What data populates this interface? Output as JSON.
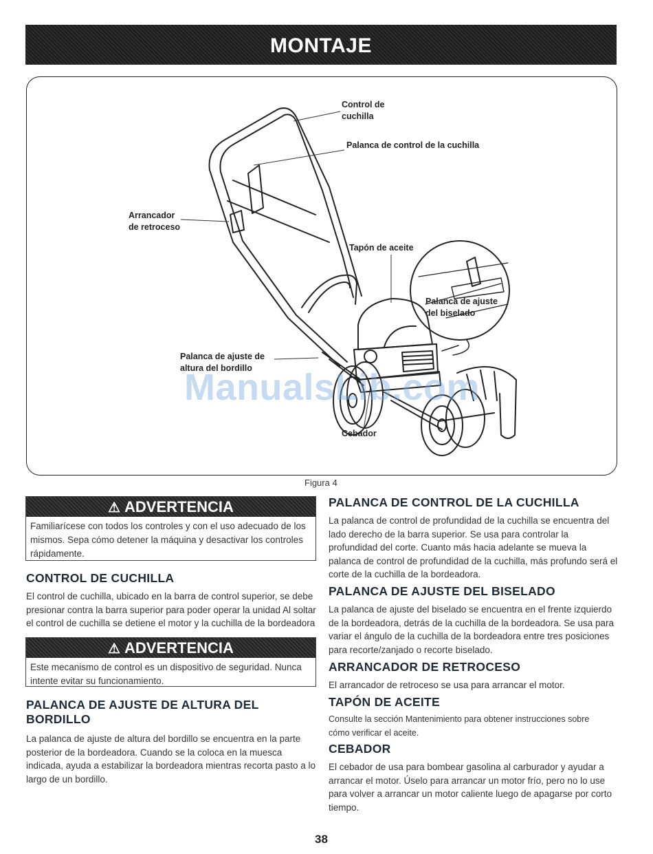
{
  "banner": {
    "title": "MONTAJE"
  },
  "figure": {
    "callouts": {
      "control_cuchilla": "Control de\ncuchilla",
      "palanca_control": "Palanca de control de la cuchilla",
      "arrancador": "Arrancador\nde retroceso",
      "tapon": "Tapón de aceite",
      "palanca_biselado": "Palanca de ajuste\ndel biselado",
      "palanca_altura": "Palanca de ajuste de\naltura del bordillo",
      "cebador": "Cebador"
    },
    "watermark": "ManualsLib.com",
    "caption": "Figura 4"
  },
  "left": {
    "warning1": {
      "title": "ADVERTENCIA",
      "text": "Familiarícese con todos los controles y con el uso adecuado de los mismos. Sepa cómo detener la máquina y desactivar los controles rápidamente."
    },
    "control_cuchilla": {
      "heading": "CONTROL DE CUCHILLA",
      "text": "El control de cuchilla, ubicado en la barra de control superior, se debe presionar contra la barra superior para poder operar la unidad Al soltar el control de cuchilla se detiene el motor y la cuchilla de la bordeadora"
    },
    "warning2": {
      "title": "ADVERTENCIA",
      "text": "Este mecanismo de control es un dispositivo de seguridad. Nunca intente evitar su funcionamiento."
    },
    "palanca_altura": {
      "heading": "PALANCA DE AJUSTE DE ALTURA DEL BORDILLO",
      "text": "La palanca de ajuste de altura del bordillo se encuentra en la parte posterior de la bordeadora. Cuando se la coloca en la muesca indicada, ayuda a estabilizar la bordeadora mientras recorta pasto a lo largo de un bordillo."
    }
  },
  "right": {
    "palanca_control": {
      "heading": "PALANCA DE CONTROL DE LA CUCHILLA",
      "text": "La palanca de control de profundidad de la cuchilla se encuentra del lado derecho de la barra superior. Se usa para controlar la profundidad del corte. Cuanto más hacia adelante se mueva la palanca de control de profundidad de la cuchilla, más profundo será el corte de la cuchilla de la bordeadora."
    },
    "palanca_biselado": {
      "heading": "PALANCA DE AJUSTE DEL BISELADO",
      "text": "La palanca de ajuste del biselado se encuentra en el frente izquierdo de la bordeadora, detrás de la cuchilla de la bordeadora. Se usa para variar el ángulo de la cuchilla de la bordeadora entre tres posiciones para recorte/zanjado o recorte biselado."
    },
    "arrancador": {
      "heading": "ARRANCADOR DE RETROCESO",
      "text": "El arrancador de retroceso se usa para arrancar el motor."
    },
    "tapon": {
      "heading": "TAPÓN DE ACEITE",
      "text": "Consulte la sección Mantenimiento para obtener instrucciones sobre cómo verificar el aceite."
    },
    "cebador": {
      "heading": "CEBADOR",
      "text": "El cebador de usa para bombear gasolina al carburador y ayudar a arrancar el motor. Úselo para arrancar un motor frío, pero no lo use para volver a arrancar un motor caliente luego de apagarse por corto tiempo."
    }
  },
  "page_number": "38"
}
